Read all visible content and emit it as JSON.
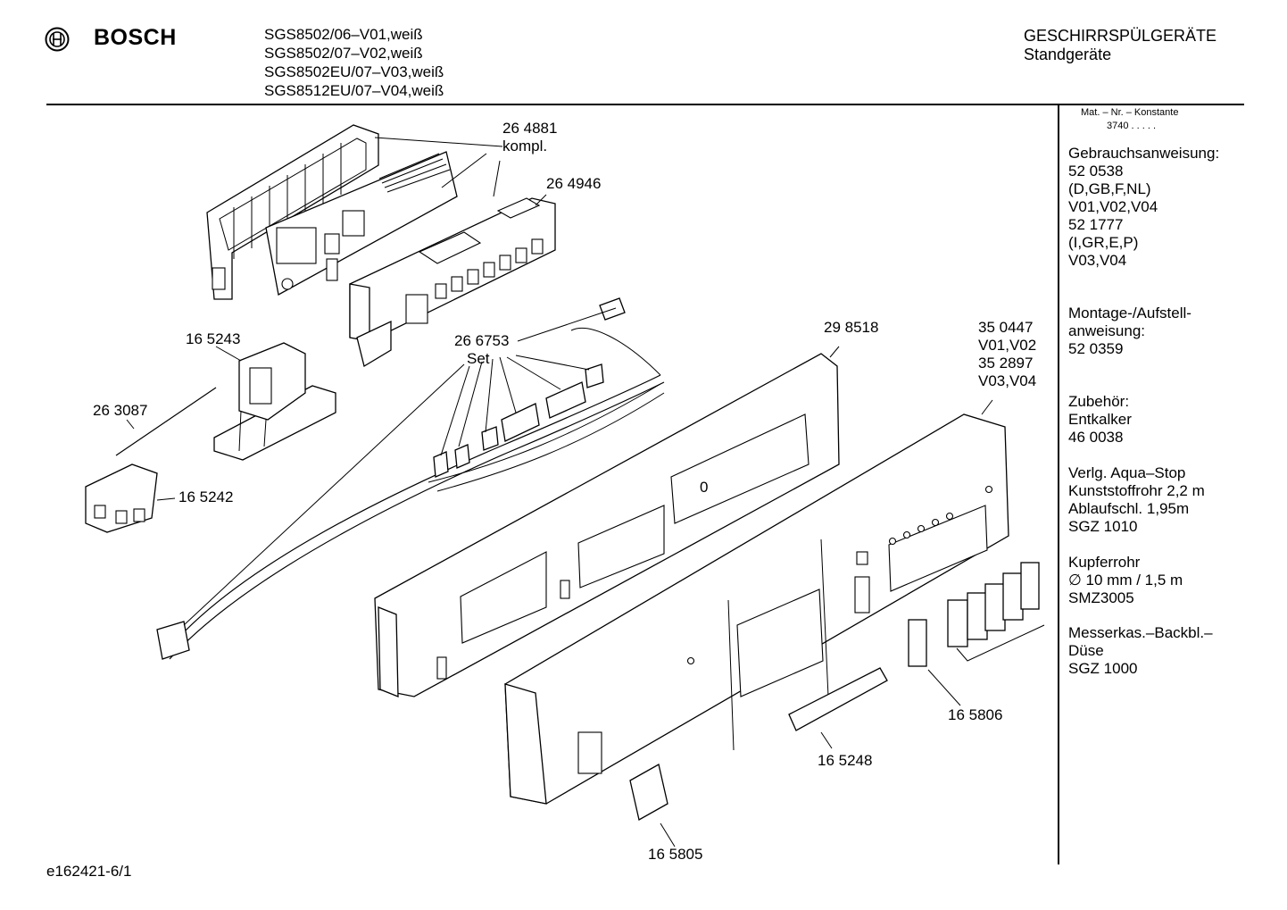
{
  "header": {
    "brand": "BOSCH",
    "models": [
      "SGS8502/06–V01,weiß",
      "SGS8502/07–V02,weiß",
      "SGS8502EU/07–V03,weiß",
      "SGS8512EU/07–V04,weiß"
    ],
    "category_title": "GESCHIRRSPÜLGERÄTE",
    "category_subtitle": "Standgeräte"
  },
  "sidebar": {
    "matnr_label": "Mat. – Nr. – Konstante",
    "matnr_value": "3740 .  .  .  .  .",
    "sections": [
      {
        "lines": [
          "Gebrauchsanweisung:",
          "52 0538",
          "(D,GB,F,NL)",
          "V01,V02,V04",
          "52 1777",
          "(I,GR,E,P)",
          "V03,V04"
        ]
      },
      {
        "lines": [
          "Montage-/Aufstell-",
          "anweisung:",
          "52 0359"
        ]
      },
      {
        "lines": [
          "Zubehör:",
          "Entkalker",
          "46 0038"
        ]
      },
      {
        "lines": [
          "Verlg. Aqua–Stop",
          "Kunststoffrohr 2,2 m",
          "Ablaufschl. 1,95m",
          "SGZ 1010"
        ]
      },
      {
        "lines": [
          "Kupferrohr",
          "∅ 10 mm / 1,5 m",
          "SMZ3005"
        ]
      },
      {
        "lines": [
          "Messerkas.–Backbl.–",
          "Düse",
          "SGZ 1000"
        ]
      }
    ]
  },
  "parts": {
    "p264881": [
      "26 4881",
      "kompl."
    ],
    "p264946": "26 4946",
    "p165243": "16 5243",
    "p263087": "26 3087",
    "p165242": "16 5242",
    "p266753": [
      "26 6753",
      "Set"
    ],
    "p298518": "29 8518",
    "p350447": [
      "35 0447",
      "V01,V02",
      "35 2897",
      "V03,V04"
    ],
    "p165806": "16 5806",
    "p165248": "16 5248",
    "p165805": "16 5805",
    "panel_mark": "0"
  },
  "footer": {
    "drawing_code": "e162421-6/1"
  }
}
